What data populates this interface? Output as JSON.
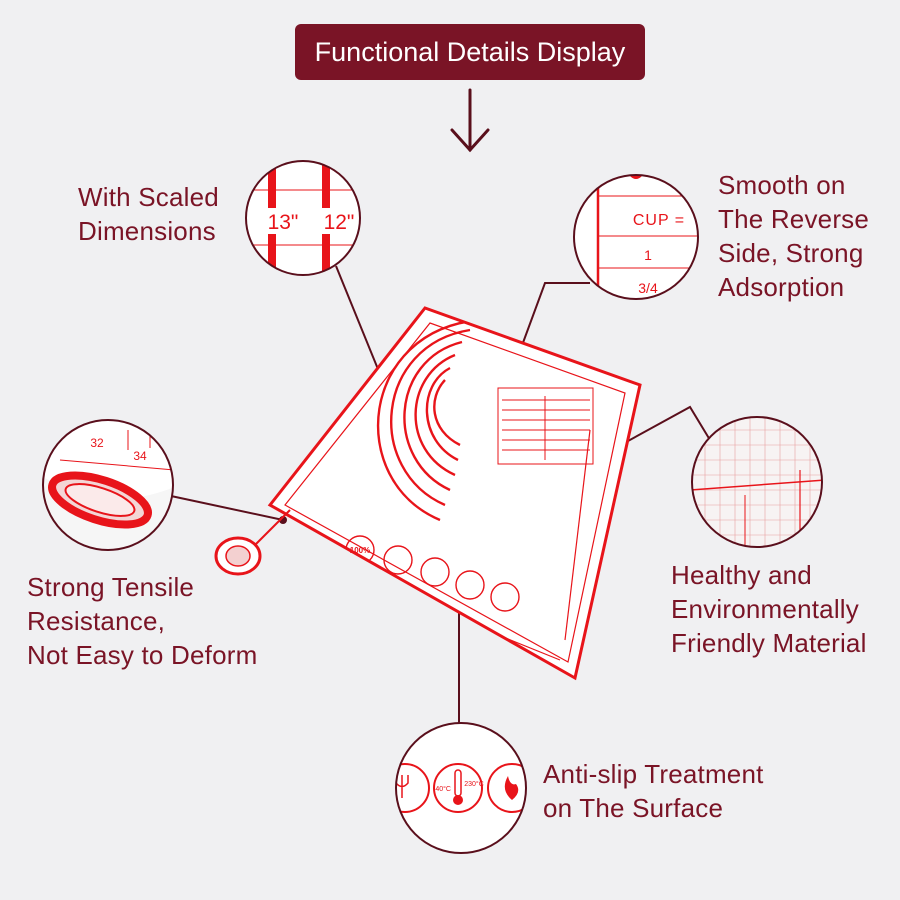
{
  "banner": {
    "title": "Functional Details Display"
  },
  "callouts": {
    "scaled": {
      "lines": [
        "With Scaled",
        "Dimensions"
      ]
    },
    "reverse": {
      "lines": [
        "Smooth on",
        "The Reverse",
        "Side, Strong",
        "Adsorption"
      ]
    },
    "tensile": {
      "lines": [
        "Strong Tensile",
        "Resistance,",
        "Not Easy to Deform"
      ]
    },
    "healthy": {
      "lines": [
        "Healthy and",
        "Environmentally",
        "Friendly Material"
      ]
    },
    "antislip": {
      "lines": [
        "Anti-slip Treatment",
        "on The Surface"
      ]
    }
  },
  "zoom_details": {
    "scaled": {
      "left_mark": "13\"",
      "right_mark": "12\""
    },
    "reverse": {
      "label": "CUP =",
      "row1": "1",
      "row2": "3/4"
    },
    "tensile": {
      "mark1": "32",
      "mark2": "34"
    },
    "antislip": {
      "cold": "-40°C",
      "hot": "230°C"
    },
    "mat": {
      "badge": "100%"
    }
  },
  "colors": {
    "accent": "#e8141a",
    "brand": "#7a1426",
    "callout_text": "#7a1426",
    "leader_line": "#5a0f1c",
    "background": "#f0f0f2"
  }
}
